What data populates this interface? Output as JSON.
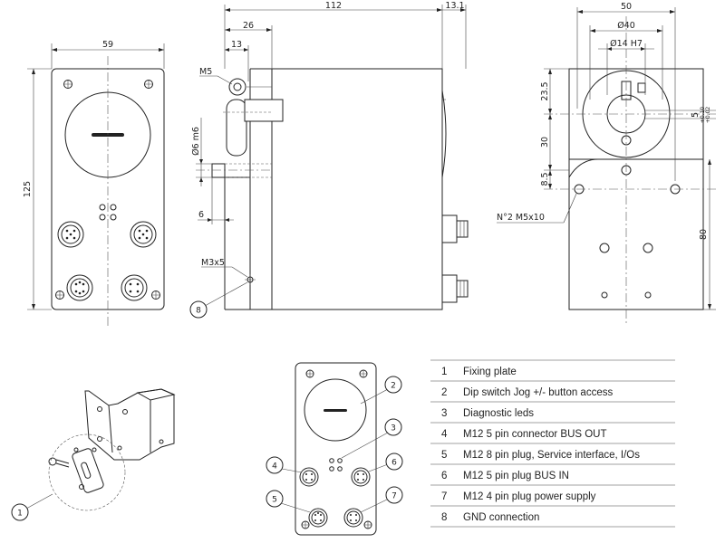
{
  "front_view": {
    "dim_width": "59",
    "dim_height": "125"
  },
  "side_view": {
    "dim_length": "112",
    "dim_offset": "13.1",
    "dim_26": "26",
    "dim_13": "13",
    "dim_shaft": "Ø6 m6",
    "dim_6": "6",
    "thread_m5": "M5",
    "thread_m3": "M3x5",
    "balloon_gnd": "8"
  },
  "rear_view": {
    "dim_width": "50",
    "dim_bore_outer": "Ø40",
    "dim_bore_inner": "Ø14 H7",
    "dim_23_5": "23.5",
    "dim_30": "30",
    "dim_8_5": "8.5",
    "dim_80": "80",
    "dim_slot": "5",
    "dim_tol_upper": "+0.10",
    "dim_tol_lower": "+0.02",
    "holes_callout": "N°2 M5x10"
  },
  "fixing_plate_view": {
    "balloon": "1"
  },
  "detail_view": {
    "balloons": [
      "2",
      "3",
      "4",
      "5",
      "6",
      "7"
    ]
  },
  "legend": {
    "items": [
      {
        "num": "1",
        "label": "Fixing plate"
      },
      {
        "num": "2",
        "label": "Dip switch Jog +/- button access"
      },
      {
        "num": "3",
        "label": "Diagnostic leds"
      },
      {
        "num": "4",
        "label": "M12 5 pin connector BUS OUT"
      },
      {
        "num": "5",
        "label": "M12 8 pin plug, Service interface, I/Os"
      },
      {
        "num": "6",
        "label": "M12 5 pin plug BUS IN"
      },
      {
        "num": "7",
        "label": "M12 4 pin plug power supply"
      },
      {
        "num": "8",
        "label": "GND connection"
      }
    ]
  }
}
